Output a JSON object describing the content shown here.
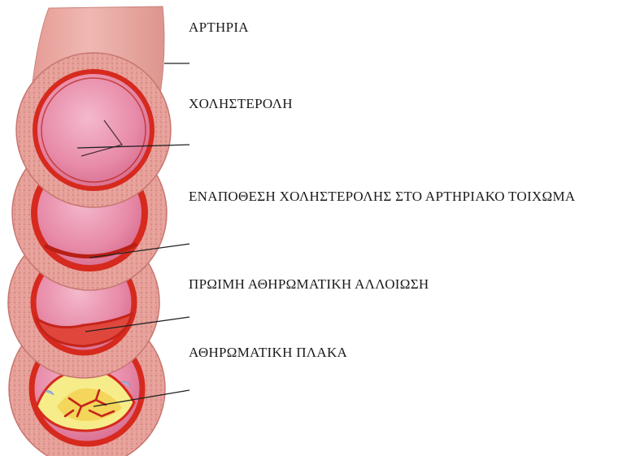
{
  "labels": {
    "artery": "ΑΡΤΗΡΙΑ",
    "cholesterol": "ΧΟΛΗΣΤΕΡΟΛΗ",
    "deposition": "ΕΝΑΠΟΘΕΣΗ ΧΟΛΗΣΤΕΡΟΛΗΣ ΣΤΟ ΑΡΤΗΡΙΑΚΟ ΤΟΙΧΩΜΑ",
    "early_lesion": "ΠΡΩΙΜΗ ΑΘΗΡΩΜΑΤΙΚΗ ΑΛΛΟΙΩΣΗ",
    "plaque": "ΑΘΗΡΩΜΑΤΙΚΗ ΠΛΑΚΑ"
  },
  "colors": {
    "wall": "#e9a49e",
    "wall_dark": "#d98a84",
    "intima": "#d62a1e",
    "lumen": "#e58aa6",
    "lumen_light": "#f1aec3",
    "plaque_fat": "#f6ec8a",
    "plaque_core": "#f3d65a",
    "leader": "#222222"
  }
}
